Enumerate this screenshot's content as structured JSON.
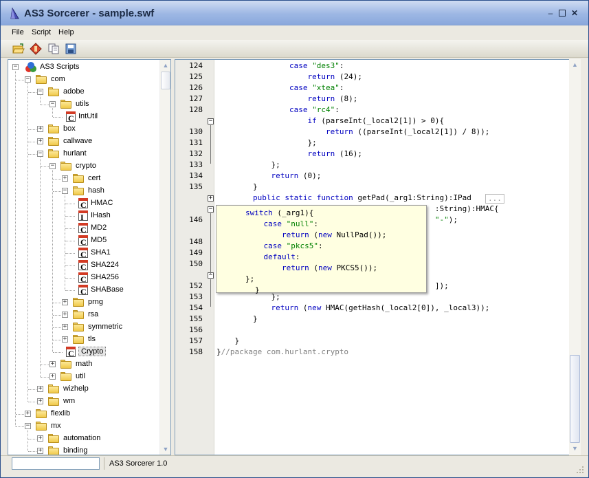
{
  "window": {
    "title": "AS3 Sorcerer - sample.swf"
  },
  "menu": {
    "items": [
      "File",
      "Script",
      "Help"
    ]
  },
  "toolbar": {
    "buttons": [
      "open-folder-icon",
      "decompile-icon",
      "copy-icon",
      "save-icon"
    ]
  },
  "tree": {
    "root": "AS3 Scripts",
    "nodes": [
      {
        "label": "com",
        "type": "folder",
        "depth": 1,
        "expanded": true
      },
      {
        "label": "adobe",
        "type": "folder",
        "depth": 2,
        "expanded": true
      },
      {
        "label": "utils",
        "type": "folder",
        "depth": 3,
        "expanded": true
      },
      {
        "label": "IntUtil",
        "type": "class",
        "depth": 4
      },
      {
        "label": "box",
        "type": "folder",
        "depth": 2,
        "expanded": false
      },
      {
        "label": "callwave",
        "type": "folder",
        "depth": 2,
        "expanded": false
      },
      {
        "label": "hurlant",
        "type": "folder",
        "depth": 2,
        "expanded": true
      },
      {
        "label": "crypto",
        "type": "folder",
        "depth": 3,
        "expanded": true
      },
      {
        "label": "cert",
        "type": "folder",
        "depth": 4,
        "expanded": false
      },
      {
        "label": "hash",
        "type": "folder",
        "depth": 4,
        "expanded": true
      },
      {
        "label": "HMAC",
        "type": "class",
        "depth": 5
      },
      {
        "label": "IHash",
        "type": "interface",
        "depth": 5
      },
      {
        "label": "MD2",
        "type": "class",
        "depth": 5
      },
      {
        "label": "MD5",
        "type": "class",
        "depth": 5
      },
      {
        "label": "SHA1",
        "type": "class",
        "depth": 5
      },
      {
        "label": "SHA224",
        "type": "class",
        "depth": 5
      },
      {
        "label": "SHA256",
        "type": "class",
        "depth": 5
      },
      {
        "label": "SHABase",
        "type": "class",
        "depth": 5
      },
      {
        "label": "prng",
        "type": "folder",
        "depth": 4,
        "expanded": false
      },
      {
        "label": "rsa",
        "type": "folder",
        "depth": 4,
        "expanded": false
      },
      {
        "label": "symmetric",
        "type": "folder",
        "depth": 4,
        "expanded": false
      },
      {
        "label": "tls",
        "type": "folder",
        "depth": 4,
        "expanded": false
      },
      {
        "label": "Crypto",
        "type": "class",
        "depth": 4,
        "selected": true
      },
      {
        "label": "math",
        "type": "folder",
        "depth": 3,
        "expanded": false
      },
      {
        "label": "util",
        "type": "folder",
        "depth": 3,
        "expanded": false
      },
      {
        "label": "wizhelp",
        "type": "folder",
        "depth": 2,
        "expanded": false
      },
      {
        "label": "wm",
        "type": "folder",
        "depth": 2,
        "expanded": false
      },
      {
        "label": "flexlib",
        "type": "folder",
        "depth": 1,
        "expanded": false
      },
      {
        "label": "mx",
        "type": "folder",
        "depth": 1,
        "expanded": true
      },
      {
        "label": "automation",
        "type": "folder",
        "depth": 2,
        "expanded": false
      },
      {
        "label": "binding",
        "type": "folder",
        "depth": 2,
        "expanded": false
      }
    ]
  },
  "code": {
    "lines": [
      {
        "n": "124",
        "text": "                case \"des3\":"
      },
      {
        "n": "125",
        "text": "                    return (24);"
      },
      {
        "n": "126",
        "text": "                case \"xtea\":"
      },
      {
        "n": "127",
        "text": "                    return (8);"
      },
      {
        "n": "128",
        "text": "                case \"rc4\":"
      },
      {
        "n": "",
        "text": "                    if (parseInt(_local2[1]) > 0){"
      },
      {
        "n": "130",
        "text": "                        return ((parseInt(_local2[1]) / 8));"
      },
      {
        "n": "131",
        "text": "                    };"
      },
      {
        "n": "132",
        "text": "                    return (16);"
      },
      {
        "n": "133",
        "text": "            };"
      },
      {
        "n": "134",
        "text": "            return (0);"
      },
      {
        "n": "135",
        "text": "        }"
      },
      {
        "n": "",
        "text": "        public static function getPad(_arg1:String):IPad"
      },
      {
        "n": "",
        "text": "                                                :String):HMAC{"
      },
      {
        "n": "146",
        "text": "                                                \"-\");"
      },
      {
        "n": "",
        "text": ""
      },
      {
        "n": "148",
        "text": ""
      },
      {
        "n": "149",
        "text": ""
      },
      {
        "n": "150",
        "text": ""
      },
      {
        "n": "",
        "text": ""
      },
      {
        "n": "152",
        "text": "                                                ]);"
      },
      {
        "n": "153",
        "text": "            };"
      },
      {
        "n": "154",
        "text": "            return (new HMAC(getHash(_local2[0]), _local3));"
      },
      {
        "n": "155",
        "text": "        }"
      },
      {
        "n": "156",
        "text": ""
      },
      {
        "n": "157",
        "text": "    }"
      },
      {
        "n": "158",
        "text": "}//package com.hurlant.crypto"
      }
    ],
    "collapsed_tag": "...",
    "tooltip_lines": [
      "    switch (_arg1){",
      "        case \"null\":",
      "            return (new NullPad());",
      "        case \"pkcs5\":",
      "        default:",
      "            return (new PKCS5());",
      "    };",
      "}"
    ]
  },
  "status": {
    "field_value": "",
    "text": "AS3 Sorcerer 1.0"
  },
  "colors": {
    "keyword": "#0000c0",
    "string": "#008000",
    "comment": "#808080",
    "tooltip_bg": "#ffffe1"
  }
}
